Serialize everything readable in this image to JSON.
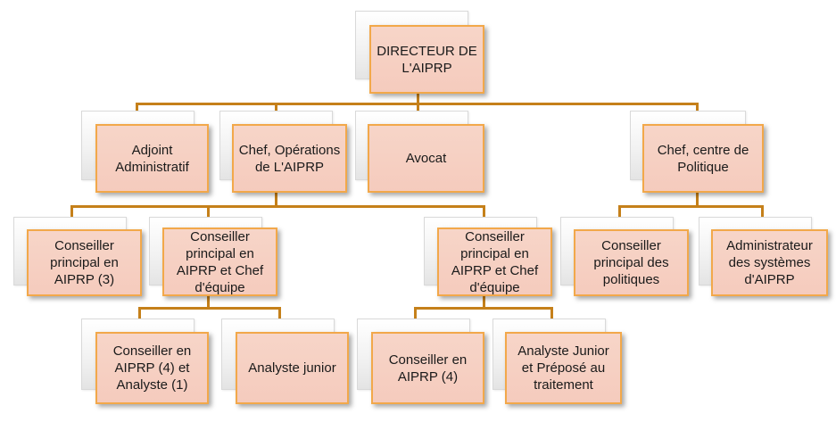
{
  "org_chart": {
    "director": "DIRECTEUR DE L'AIPRP",
    "adjoint": "Adjoint Administratif",
    "chef_operations": "Chef, Opérations de L'AIPRP",
    "avocat": "Avocat",
    "chef_politique": "Chef, centre de Politique",
    "conseiller_principal": "Conseiller principal en AIPRP (3)",
    "chef_equipe_1": "Conseiller principal en AIPRP et Chef d'équipe",
    "chef_equipe_2": "Conseiller principal en AIPRP et Chef d'équipe",
    "conseiller_politiques": "Conseiller principal des politiques",
    "admin_systemes": "Administrateur des systèmes d'AIPRP",
    "conseiller_analyste": "Conseiller en AIPRP (4) et Analyste (1)",
    "analyste_junior": "Analyste junior",
    "conseiller_4": "Conseiller en AIPRP (4)",
    "analyste_prepose": "Analyste Junior et Préposé au traitement"
  }
}
